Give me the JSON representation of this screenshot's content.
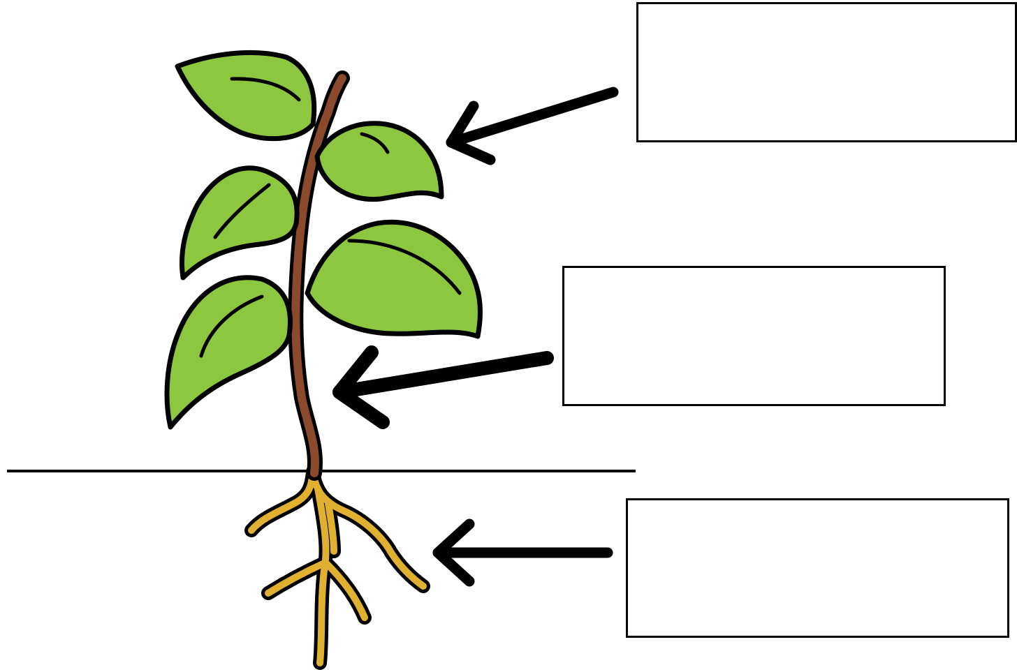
{
  "colors": {
    "leaf_fill": "#8dc63f",
    "stem_fill": "#8b4a2b",
    "root_fill": "#e0b030",
    "outline": "#000000",
    "background": "#ffffff"
  },
  "diagram": {
    "subject": "plant",
    "parts": [
      "leaf",
      "stem",
      "roots"
    ]
  },
  "label_boxes": [
    {
      "target": "leaf",
      "text": ""
    },
    {
      "target": "stem",
      "text": ""
    },
    {
      "target": "roots",
      "text": ""
    }
  ]
}
